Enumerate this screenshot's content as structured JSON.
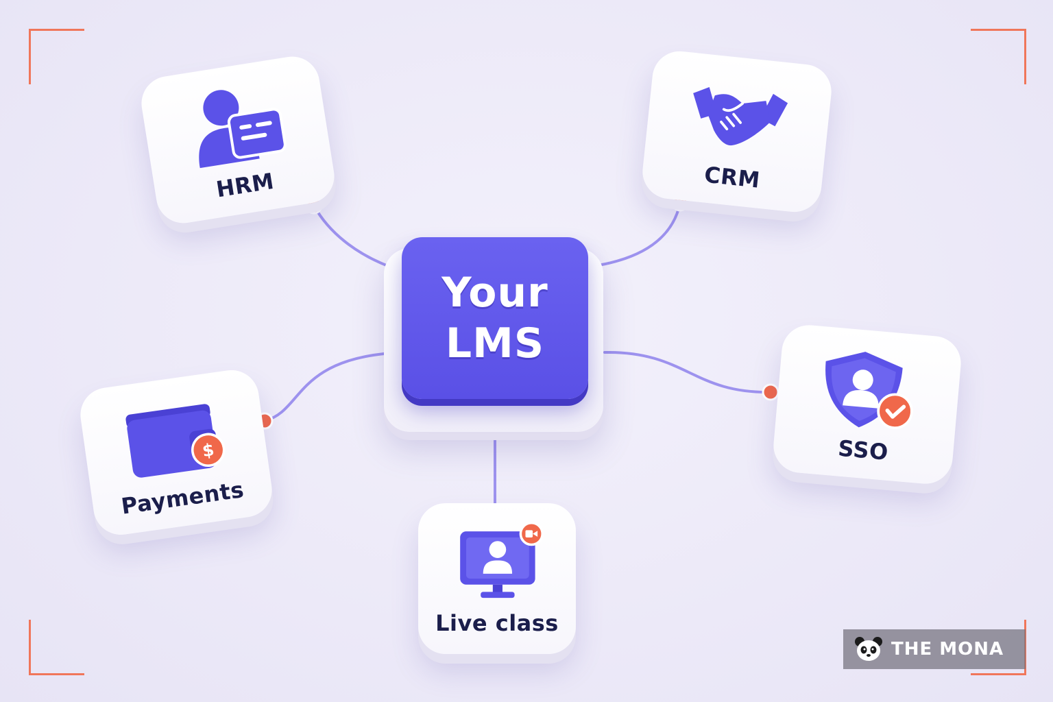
{
  "hub": {
    "line1": "Your",
    "line2": "LMS"
  },
  "nodes": {
    "hrm": {
      "label": "HRM",
      "icon": "id-card-person-icon"
    },
    "crm": {
      "label": "CRM",
      "icon": "handshake-icon"
    },
    "payments": {
      "label": "Payments",
      "icon": "wallet-dollar-icon"
    },
    "sso": {
      "label": "SSO",
      "icon": "shield-user-check-icon"
    },
    "live_class": {
      "label": "Live class",
      "icon": "monitor-video-icon"
    }
  },
  "watermark": {
    "text": "THE MONA",
    "icon": "panda-icon"
  },
  "colors": {
    "accent": "#5b52e8",
    "accent_dark": "#4339c4",
    "connector": "#9d92ee",
    "connector_dot": "#f0684a",
    "label_text": "#1b1e4b",
    "background": "#eeecf9"
  }
}
